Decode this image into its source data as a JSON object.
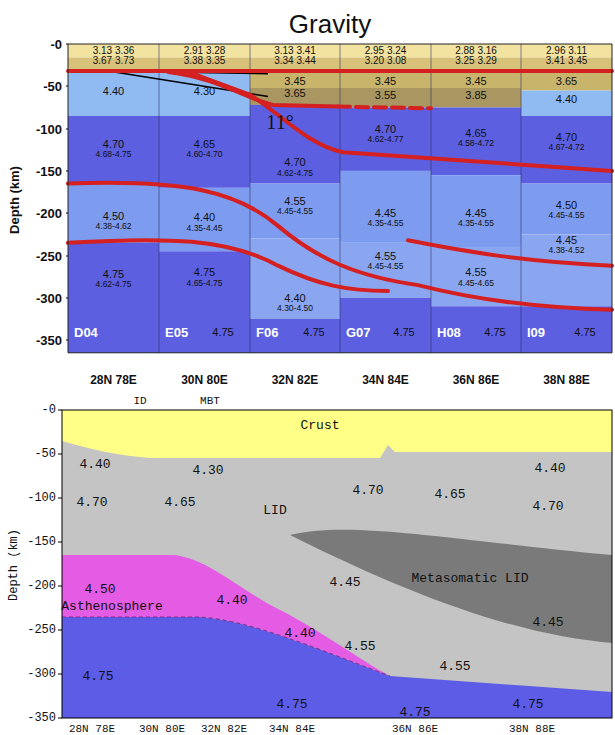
{
  "diagram": {
    "title": "Gravity",
    "nodes": [
      {
        "text": [
          "Crust"
        ]
      },
      {
        "text": [
          "LID"
        ]
      },
      {
        "text": [
          "Metasomatic LID"
        ]
      },
      {
        "text": [
          "Asthenosphere"
        ]
      }
    ],
    "labels": [
      "-0",
      "-50",
      "-100",
      "-150",
      "-200",
      "-250",
      "-300",
      "-350",
      "Depth (km)",
      "3.13 3.36",
      "3.67 3.73",
      "4.40",
      "4.70",
      "4.68-4.75",
      "4.50",
      "4.38-4.62",
      "4.75",
      "4.62-4.75",
      "D04",
      "2.91 3.28",
      "3.38 3.35",
      "4.30",
      "4.65",
      "4.60-4.70",
      "4.40",
      "4.35-4.45",
      "4.75",
      "4.65-4.75",
      "4.75",
      "E05",
      "3.13 3.41",
      "3.34 3.44",
      "3.45",
      "3.65",
      "4.70",
      "4.62-4.75",
      "4.55",
      "4.45-4.55",
      "4.40",
      "4.30-4.50",
      "4.75",
      "F06",
      "2.95 3.24",
      "3.20 3.08",
      "3.45",
      "3.55",
      "4.70",
      "4.62-4.77",
      "4.45",
      "4.35-4.55",
      "4.55",
      "4.45-4.55",
      "4.75",
      "G07",
      "2.88 3.16",
      "3.25 3.29",
      "3.45",
      "3.85",
      "4.65",
      "4.58-4.72",
      "4.45",
      "4.35-4.55",
      "4.55",
      "4.45-4.65",
      "4.75",
      "H08",
      "2.96 3.11",
      "3.41 3.45",
      "3.65",
      "4.40",
      "4.70",
      "4.67-4.72",
      "4.50",
      "4.45-4.55",
      "4.45",
      "4.38-4.52",
      "4.75",
      "I09",
      "11°",
      "28N 78E",
      "30N 80E",
      "32N 82E",
      "34N 84E",
      "36N 86E",
      "38N 88E",
      "ID",
      "MBT",
      "-0",
      "-50",
      "-100",
      "-150",
      "-200",
      "-250",
      "-300",
      "-350",
      "Depth (km)",
      "4.40",
      "4.30",
      "4.70",
      "4.65",
      "4.70",
      "4.65",
      "4.70",
      "4.40",
      "4.45",
      "4.50",
      "4.40",
      "4.40",
      "4.55",
      "4.45",
      "4.55",
      "4.75",
      "4.75",
      "4.75",
      "4.75",
      "28N 78E",
      "30N 80E",
      "32N 82E",
      "34N 84E",
      "36N 86E",
      "38N 88E"
    ]
  }
}
